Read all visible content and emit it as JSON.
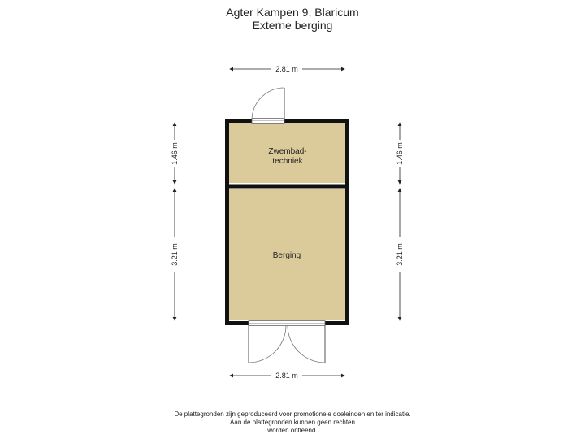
{
  "header": {
    "address": "Agter Kampen 9, Blaricum",
    "building": "Externe berging"
  },
  "rooms": {
    "upper": {
      "line1": "Zwembad-",
      "line2": "techniek"
    },
    "lower": {
      "label": "Berging"
    }
  },
  "dimensions": {
    "top_width": "2.81 m",
    "bottom_width": "2.81 m",
    "left_upper": "1.46 m",
    "left_lower": "3.21 m",
    "right_upper": "1.46 m",
    "right_lower": "3.21 m"
  },
  "disclaimer": {
    "line1": "De plattegronden zijn geproduceerd voor promotionele doeleinden en ter indicatie.",
    "line2": "Aan de plattegronden kunnen geen rechten",
    "line3": "worden ontleend."
  },
  "colors": {
    "floor": "#dccb9a",
    "wall": "#111111"
  }
}
